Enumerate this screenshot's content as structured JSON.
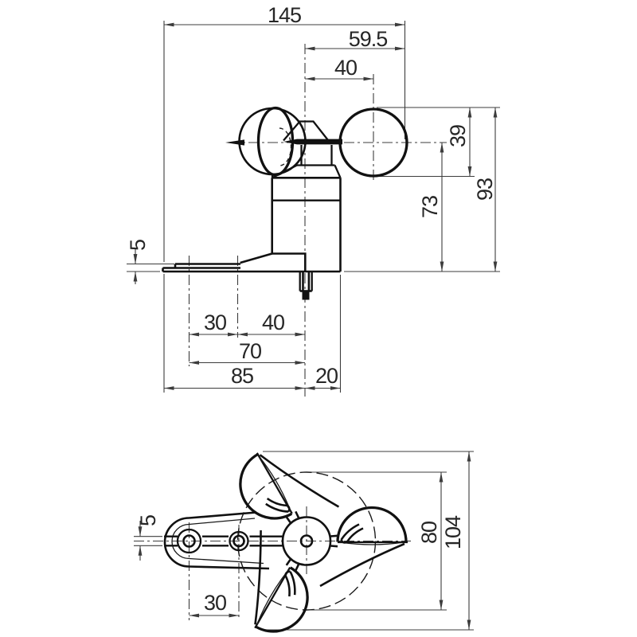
{
  "meta": {
    "drawing_type": "two-view dimensioned technical drawing of a cup anemometer wind sensor",
    "background_color": "#ffffff",
    "line_color": "#111111",
    "dimension_color": "#3c3c3c"
  },
  "side_view": {
    "dim_overall_width": "145",
    "dim_cup_right_width": "59.5",
    "dim_center_to_cup": "40",
    "dim_cup_height": "39",
    "dim_overall_height": "93",
    "dim_axis_height": "73",
    "dim_plate_thickness": "5",
    "dim_hole_spacing": "30",
    "dim_hole_to_center": "40",
    "dim_hole_span": "70",
    "dim_plate_length": "85",
    "dim_overhang": "20"
  },
  "bottom_view": {
    "dim_slot_width": "5",
    "dim_hole_spacing": "30",
    "dim_rotor_circle": "80",
    "dim_rotor_overall": "104"
  }
}
